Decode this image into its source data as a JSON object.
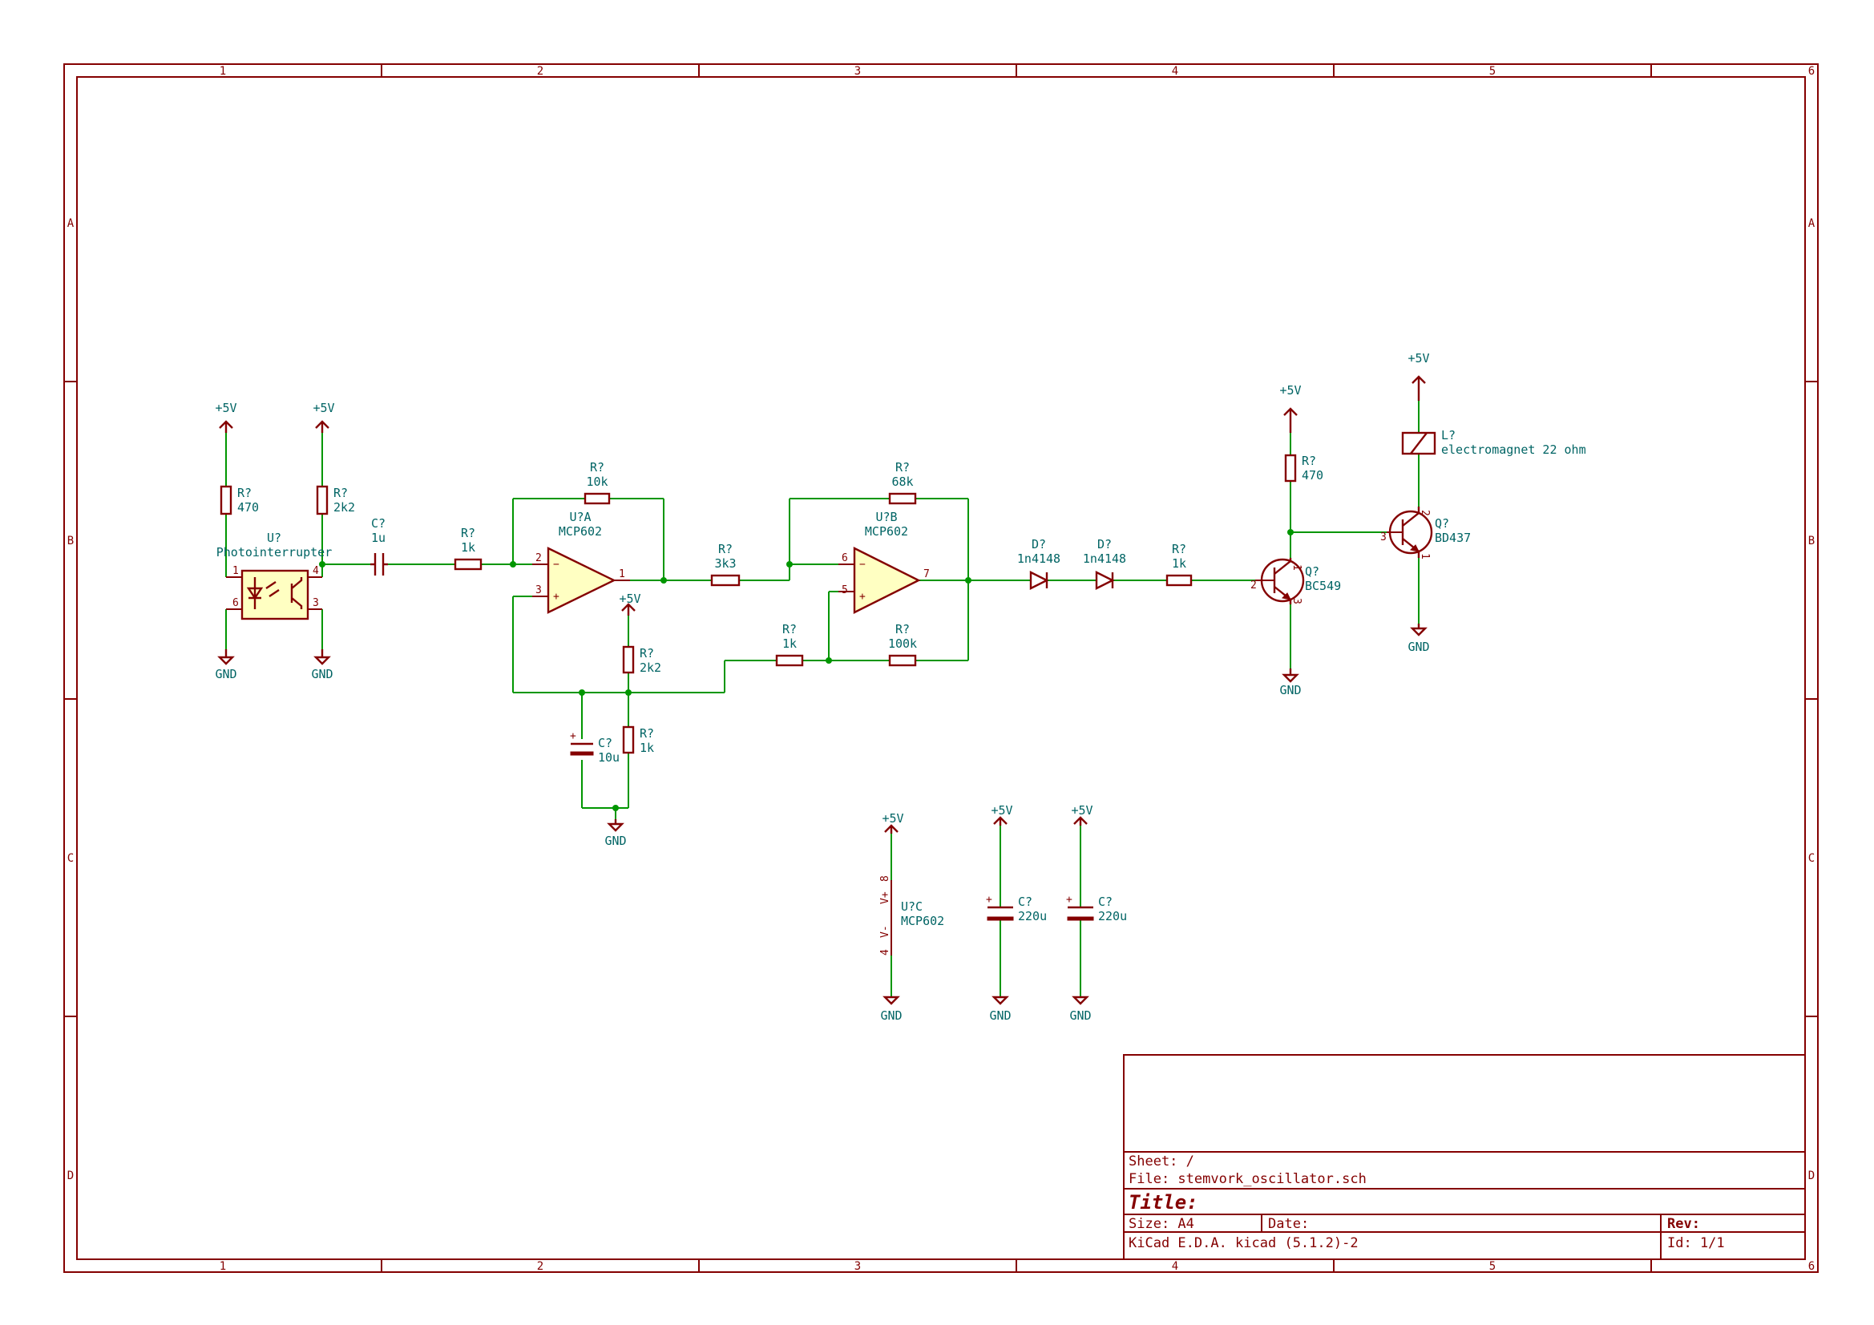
{
  "border": {
    "columns": [
      "1",
      "2",
      "3",
      "4",
      "5",
      "6"
    ],
    "rows": [
      "A",
      "B",
      "C",
      "D"
    ]
  },
  "title_block": {
    "sheet": "Sheet: /",
    "file": "File: stemvork_oscillator.sch",
    "title": "Title:",
    "size": "Size: A4",
    "date": "Date:",
    "rev": "Rev:",
    "tool": "KiCad E.D.A.  kicad (5.1.2)-2",
    "id": "Id: 1/1"
  },
  "power": {
    "vcc": "+5V",
    "gnd": "GND"
  },
  "components": {
    "r_led": {
      "ref": "R?",
      "value": "470"
    },
    "r_pull": {
      "ref": "R?",
      "value": "2k2"
    },
    "u_opto": {
      "ref": "U?",
      "value": "Photointerrupter",
      "pins": [
        "1",
        "4",
        "6",
        "3"
      ]
    },
    "c_in": {
      "ref": "C?",
      "value": "1u"
    },
    "r_in": {
      "ref": "R?",
      "value": "1k"
    },
    "r_fb1": {
      "ref": "R?",
      "value": "10k"
    },
    "u_a": {
      "ref": "U?A",
      "value": "MCP602",
      "pins": [
        "2",
        "3",
        "1"
      ]
    },
    "r_mid": {
      "ref": "R?",
      "value": "3k3"
    },
    "r_div_top": {
      "ref": "R?",
      "value": "2k2"
    },
    "r_div_bot": {
      "ref": "R?",
      "value": "1k"
    },
    "c_div": {
      "ref": "C?",
      "value": "10u"
    },
    "r_fb2": {
      "ref": "R?",
      "value": "68k"
    },
    "u_b": {
      "ref": "U?B",
      "value": "MCP602",
      "pins": [
        "6",
        "5",
        "7"
      ]
    },
    "r_hys_in": {
      "ref": "R?",
      "value": "1k"
    },
    "r_hys": {
      "ref": "R?",
      "value": "100k"
    },
    "d1": {
      "ref": "D?",
      "value": "1n4148"
    },
    "d2": {
      "ref": "D?",
      "value": "1n4148"
    },
    "r_base": {
      "ref": "R?",
      "value": "1k"
    },
    "q1": {
      "ref": "Q?",
      "value": "BC549",
      "pins": [
        "2",
        "1",
        "3"
      ]
    },
    "r_col": {
      "ref": "R?",
      "value": "470"
    },
    "q2": {
      "ref": "Q?",
      "value": "BD437",
      "pins": [
        "3",
        "2",
        "1"
      ]
    },
    "l1": {
      "ref": "L?",
      "value": "electromagnet 22 ohm"
    },
    "u_c": {
      "ref": "U?C",
      "value": "MCP602",
      "pin_vp": "V+",
      "pin_vm": "V-",
      "pin8": "8",
      "pin4": "4"
    },
    "c_bulk1": {
      "ref": "C?",
      "value": "220u"
    },
    "c_bulk2": {
      "ref": "C?",
      "value": "220u"
    }
  },
  "plus_sign": "+",
  "minus_sign": "−"
}
